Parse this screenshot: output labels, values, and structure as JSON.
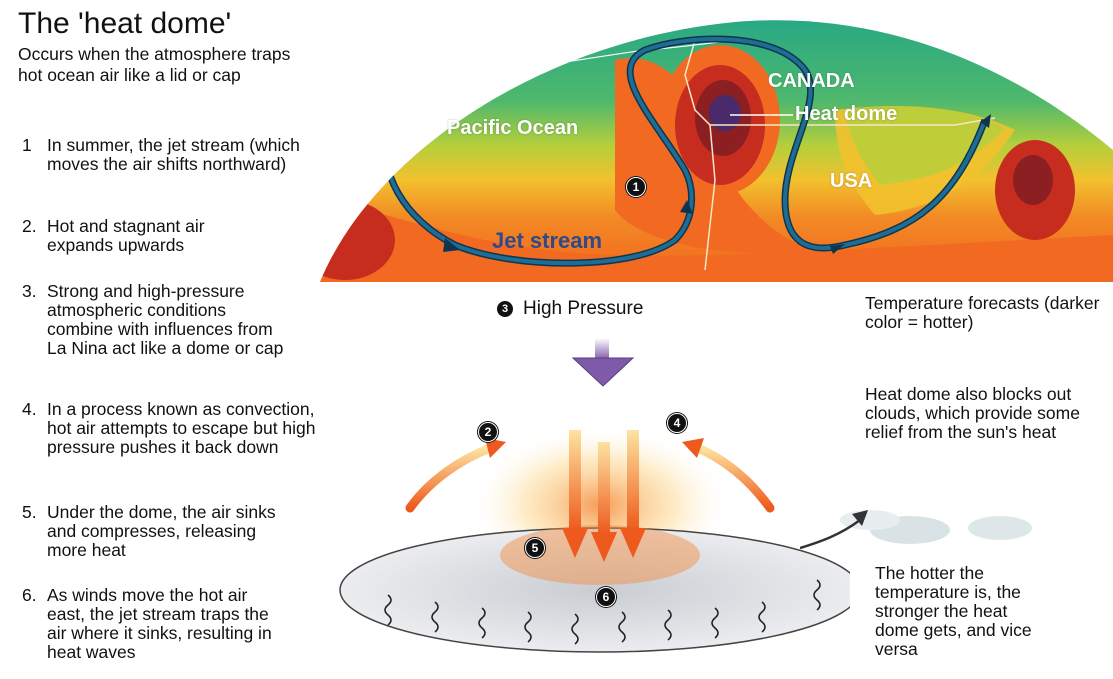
{
  "header": {
    "title": "The 'heat dome'",
    "subtitle": "Occurs when the atmosphere traps hot ocean air like a lid or cap"
  },
  "steps": [
    {
      "num": "1",
      "text": "In summer, the jet stream (which moves the air shifts northward)"
    },
    {
      "num": "2.",
      "text": "Hot and stagnant air expands upwards"
    },
    {
      "num": "3.",
      "text": "Strong and high-pressure atmospheric conditions combine with influences from La Nina act like a dome or cap"
    },
    {
      "num": "4.",
      "text": "In a process known as convection, hot air attempts to escape but high pressure pushes it back down"
    },
    {
      "num": "5.",
      "text": "Under the dome, the air sinks and compresses, releasing more heat"
    },
    {
      "num": "6.",
      "text": "As winds move the hot air east, the jet stream traps the air where it sinks, resulting in heat waves"
    }
  ],
  "map": {
    "labels": {
      "pacific": "Pacific Ocean",
      "canada": "CANADA",
      "heat_dome": "Heat dome",
      "usa": "USA",
      "jet_stream": "Jet stream"
    },
    "marker": "1",
    "colors": {
      "cool": "#1fa58a",
      "mild": "#9cc94a",
      "warm": "#f2c12e",
      "hot": "#f26a22",
      "hotter": "#c62d1f",
      "hottest": "#4a2a6a",
      "jet": "#1f6d93"
    }
  },
  "diagram": {
    "high_pressure": {
      "badge": "3",
      "label": "High Pressure"
    },
    "badges": {
      "b2": "2",
      "b4": "4",
      "b5": "5",
      "b6": "6"
    },
    "arrow_color": "#7e5aa8"
  },
  "notes": {
    "forecast": "Temperature forecasts (darker color = hotter)",
    "clouds": "Heat dome also blocks out clouds, which provide some relief from the sun's heat",
    "hotter": "The hotter the temperature is, the stronger the heat dome gets, and vice versa"
  }
}
